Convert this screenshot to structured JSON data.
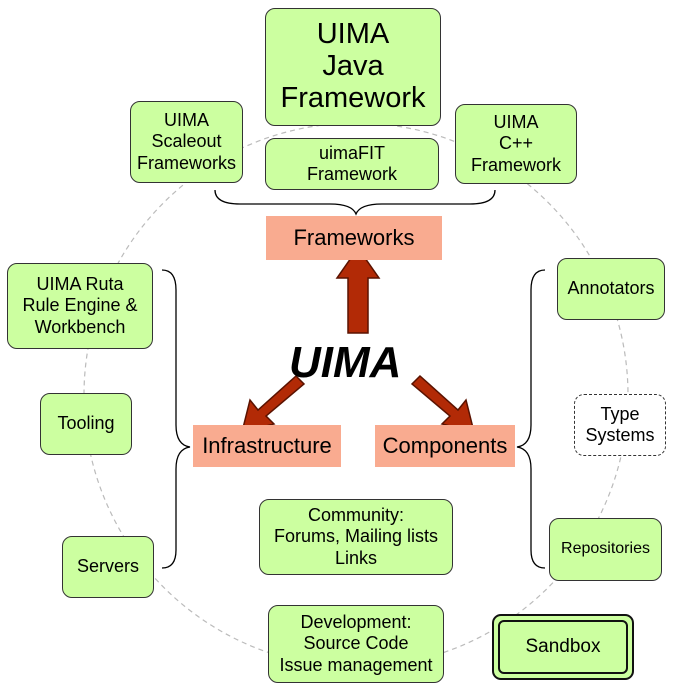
{
  "center": {
    "title": "UIMA"
  },
  "categories": {
    "frameworks": "Frameworks",
    "infrastructure": "Infrastructure",
    "components": "Components"
  },
  "frameworks": {
    "java": "UIMA\nJava\nFramework",
    "scaleout": "UIMA\nScaleout\nFrameworks",
    "uimafit": "uimaFIT\nFramework",
    "cpp": "UIMA\nC++\nFramework"
  },
  "infrastructure": {
    "ruta": "UIMA Ruta\nRule Engine &\nWorkbench",
    "tooling": "Tooling",
    "servers": "Servers"
  },
  "components": {
    "annotators": "Annotators",
    "type_systems": "Type\nSystems",
    "repositories": "Repositories"
  },
  "community": "Community:\nForums, Mailing lists\nLinks",
  "development": "Development:\nSource Code\nIssue management",
  "sandbox": "Sandbox",
  "colors": {
    "box_fill": "#ccffa0",
    "category_fill": "#f9ab90",
    "arrow_fill": "#b22a06",
    "arrow_stroke": "#5a1200",
    "ring": "#bbbbbb"
  }
}
